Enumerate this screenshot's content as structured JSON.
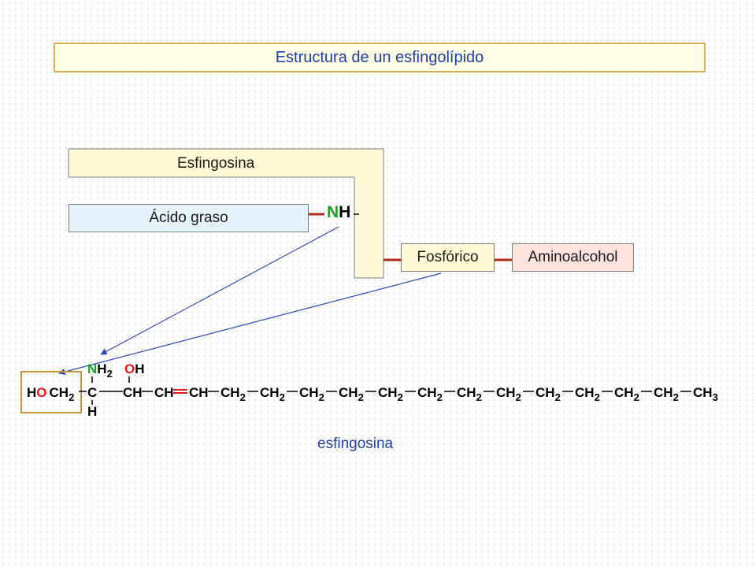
{
  "title": "Estructura de un esfingolípido",
  "blocks": {
    "esfingosina": "Esfingosina",
    "acido_graso": "Ácido graso",
    "fosforico": "Fosfórico",
    "aminoalcohol": "Aminoalcohol"
  },
  "nh": {
    "n": "N",
    "h": "H"
  },
  "molecule": {
    "ho": "H",
    "o": "O",
    "ch2": "CH",
    "sub2": "2",
    "c": "C",
    "h": "H",
    "nh2_n": "N",
    "nh2_h": "H",
    "oh_o": "O",
    "oh_h": "H",
    "ch": "CH",
    "ch3": "CH",
    "sub3": "3"
  },
  "caption": "esfingosina",
  "colors": {
    "title_text": "#1b3fae",
    "title_border": "#d9b35a",
    "esfingosina_fill": "#fffbd6",
    "acido_graso_fill": "#e4f3fa",
    "aminoalcohol_fill": "#fde3dc",
    "bond_red": "#b22a1a",
    "arrow_blue": "#2a46c2",
    "nitrogen_green": "#1f9e2a",
    "oxygen_red": "#e11b1b"
  }
}
